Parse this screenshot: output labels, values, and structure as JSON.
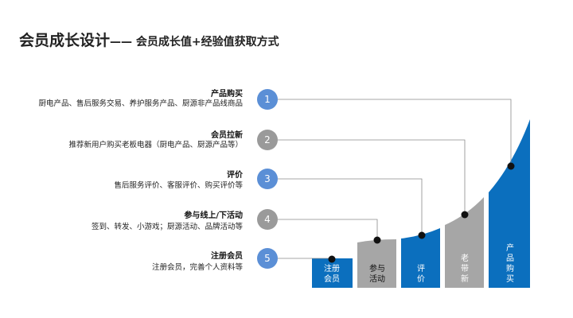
{
  "title": {
    "main": "会员成长设计",
    "dash": "—— ",
    "subtitle": "会员成长值+经验值获取方式"
  },
  "items": [
    {
      "number": "1",
      "title": "产品购买",
      "desc": "厨电产品、售后服务交易、养护服务产品、厨源非产品线商品",
      "color": "blue"
    },
    {
      "number": "2",
      "title": "会员拉新",
      "desc": "推荐新用户购买老板电器（厨电产品、厨源产品等）",
      "color": "gray"
    },
    {
      "number": "3",
      "title": "评价",
      "desc": "售后服务评价、客服评价、购买评价等",
      "color": "blue"
    },
    {
      "number": "4",
      "title": "参与线上/下活动",
      "desc": "签到、转发、小游戏；厨源活动、品牌活动等",
      "color": "gray"
    },
    {
      "number": "5",
      "title": "注册会员",
      "desc": "注册会员，完善个人资料等",
      "color": "blue"
    }
  ],
  "stairs": [
    {
      "lines": [
        "注册",
        "会员"
      ],
      "color": "#0b6fbe"
    },
    {
      "lines": [
        "参与",
        "活动"
      ],
      "color": "#a6a6a6"
    },
    {
      "lines": [
        "评",
        "价"
      ],
      "color": "#0b6fbe"
    },
    {
      "lines": [
        "老",
        "带",
        "新"
      ],
      "color": "#a6a6a6"
    },
    {
      "lines": [
        "产",
        "品",
        "购",
        "买"
      ],
      "color": "#0b6fbe"
    }
  ],
  "colors": {
    "blue_circle": "#5b8fd6",
    "gray_circle": "#9a9a9a",
    "blue_bar": "#0b6fbe",
    "gray_bar": "#a6a6a6"
  }
}
